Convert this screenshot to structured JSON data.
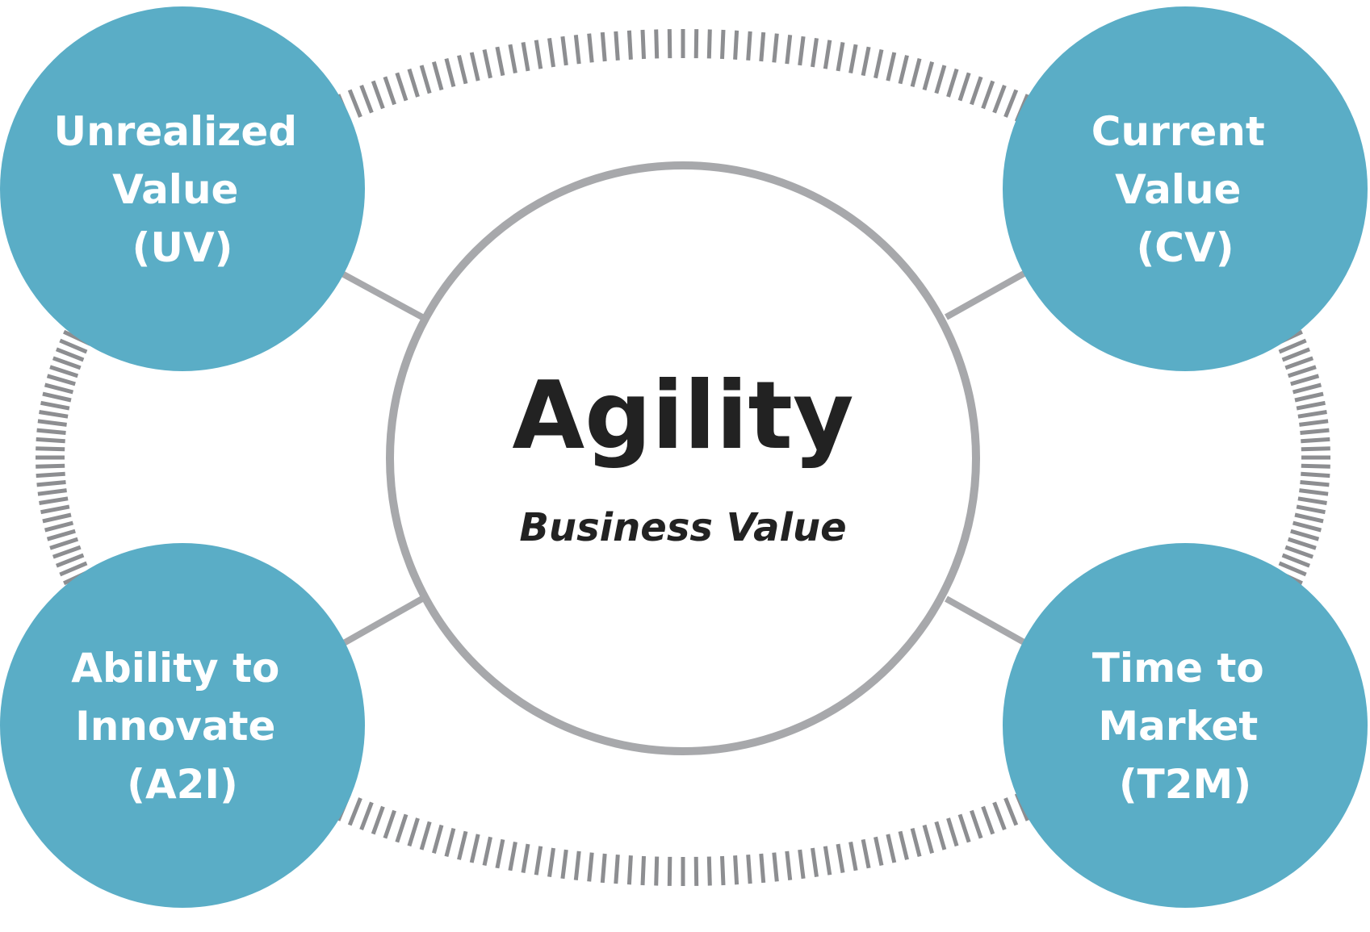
{
  "center": {
    "title": "Agility",
    "subtitle": "Business Value"
  },
  "nodes": {
    "unrealized_value": {
      "lines": [
        "Unrealized",
        "Value",
        "(UV)"
      ]
    },
    "current_value": {
      "lines": [
        "Current",
        "Value",
        "(CV)"
      ]
    },
    "ability_to_innovate": {
      "lines": [
        "Ability to",
        "Innovate",
        "(A2I)"
      ]
    },
    "time_to_market": {
      "lines": [
        "Time to",
        "Market",
        "(T2M)"
      ]
    }
  },
  "colors": {
    "node_fill": "#5aadc6",
    "ring_stroke": "#a7a8ab",
    "connector": "#a7a8ab",
    "hatch": "#8d8e91",
    "node_text": "#ffffff",
    "center_text": "#222222"
  }
}
